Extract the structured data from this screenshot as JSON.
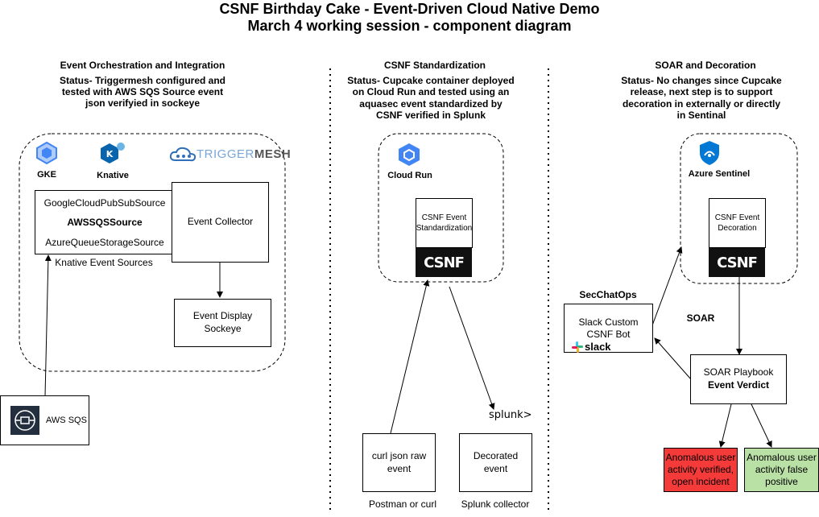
{
  "title": {
    "line1": "CSNF Birthday Cake - Event-Driven Cloud Native Demo",
    "line2": "March 4 working session - component diagram"
  },
  "sections": {
    "orchestration": {
      "heading": "Event Orchestration and Integration",
      "status": [
        "Status- Triggermesh configured and",
        "tested with AWS SQS Source event",
        "json verifyied in sockeye"
      ]
    },
    "standardization": {
      "heading": "CSNF Standardization",
      "status": [
        "Status- Cupcake container deployed",
        "on Cloud Run and tested using an",
        "aquasec event  standardized by",
        "CSNF verified in Splunk"
      ]
    },
    "soar": {
      "heading": "SOAR and Decoration",
      "status": [
        "Status- No changes since Cupcake",
        "release, next step is to support",
        "decoration in externally or directly",
        "in Sentinal"
      ]
    }
  },
  "logos": {
    "gke": "GKE",
    "knative": "Knative",
    "triggermesh_a": "TRIGGER",
    "triggermesh_b": "MESH",
    "cloud_run": "Cloud Run",
    "azure_sentinel": "Azure Sentinel",
    "splunk": "splunk>",
    "slack": "slack",
    "csnf": "CSNF"
  },
  "knative_sources": {
    "items": [
      "GoogleCloudPubSubSource",
      "AWSSQSSource",
      "AzureQueueStorageSource"
    ],
    "caption": "Knative Event Sources"
  },
  "boxes": {
    "event_collector": "Event Collector",
    "event_display": [
      "Event Display",
      "Sockeye"
    ],
    "aws_sqs": "AWS SQS",
    "csnf_standardization": [
      "CSNF Event",
      "Standardization"
    ],
    "curl_event": [
      "curl json raw",
      "event"
    ],
    "curl_caption": "Postman or curl",
    "decorated_event": [
      "Decorated",
      "event"
    ],
    "splunk_caption": "Splunk collector",
    "csnf_decoration": [
      "CSNF Event",
      "Decoration"
    ],
    "secchatops": "SecChatOps",
    "slack_bot": [
      "Slack Custom",
      "CSNF Bot"
    ],
    "soar_label": "SOAR",
    "soar_playbook": [
      "SOAR Playbook",
      "Event Verdict"
    ],
    "anomalous_verified": [
      "Anomalous user",
      "activity verified,",
      "open incident"
    ],
    "anomalous_false": [
      "Anomalous user",
      "activity false",
      "positive"
    ]
  },
  "colors": {
    "incident_red": "#f53a3a",
    "false_positive_green": "#b9e0a5",
    "gke_blue": "#4285f4",
    "knative_blue": "#0865ad",
    "triggermesh_blue": "#2f6fb7",
    "azure_blue": "#0078d4"
  }
}
